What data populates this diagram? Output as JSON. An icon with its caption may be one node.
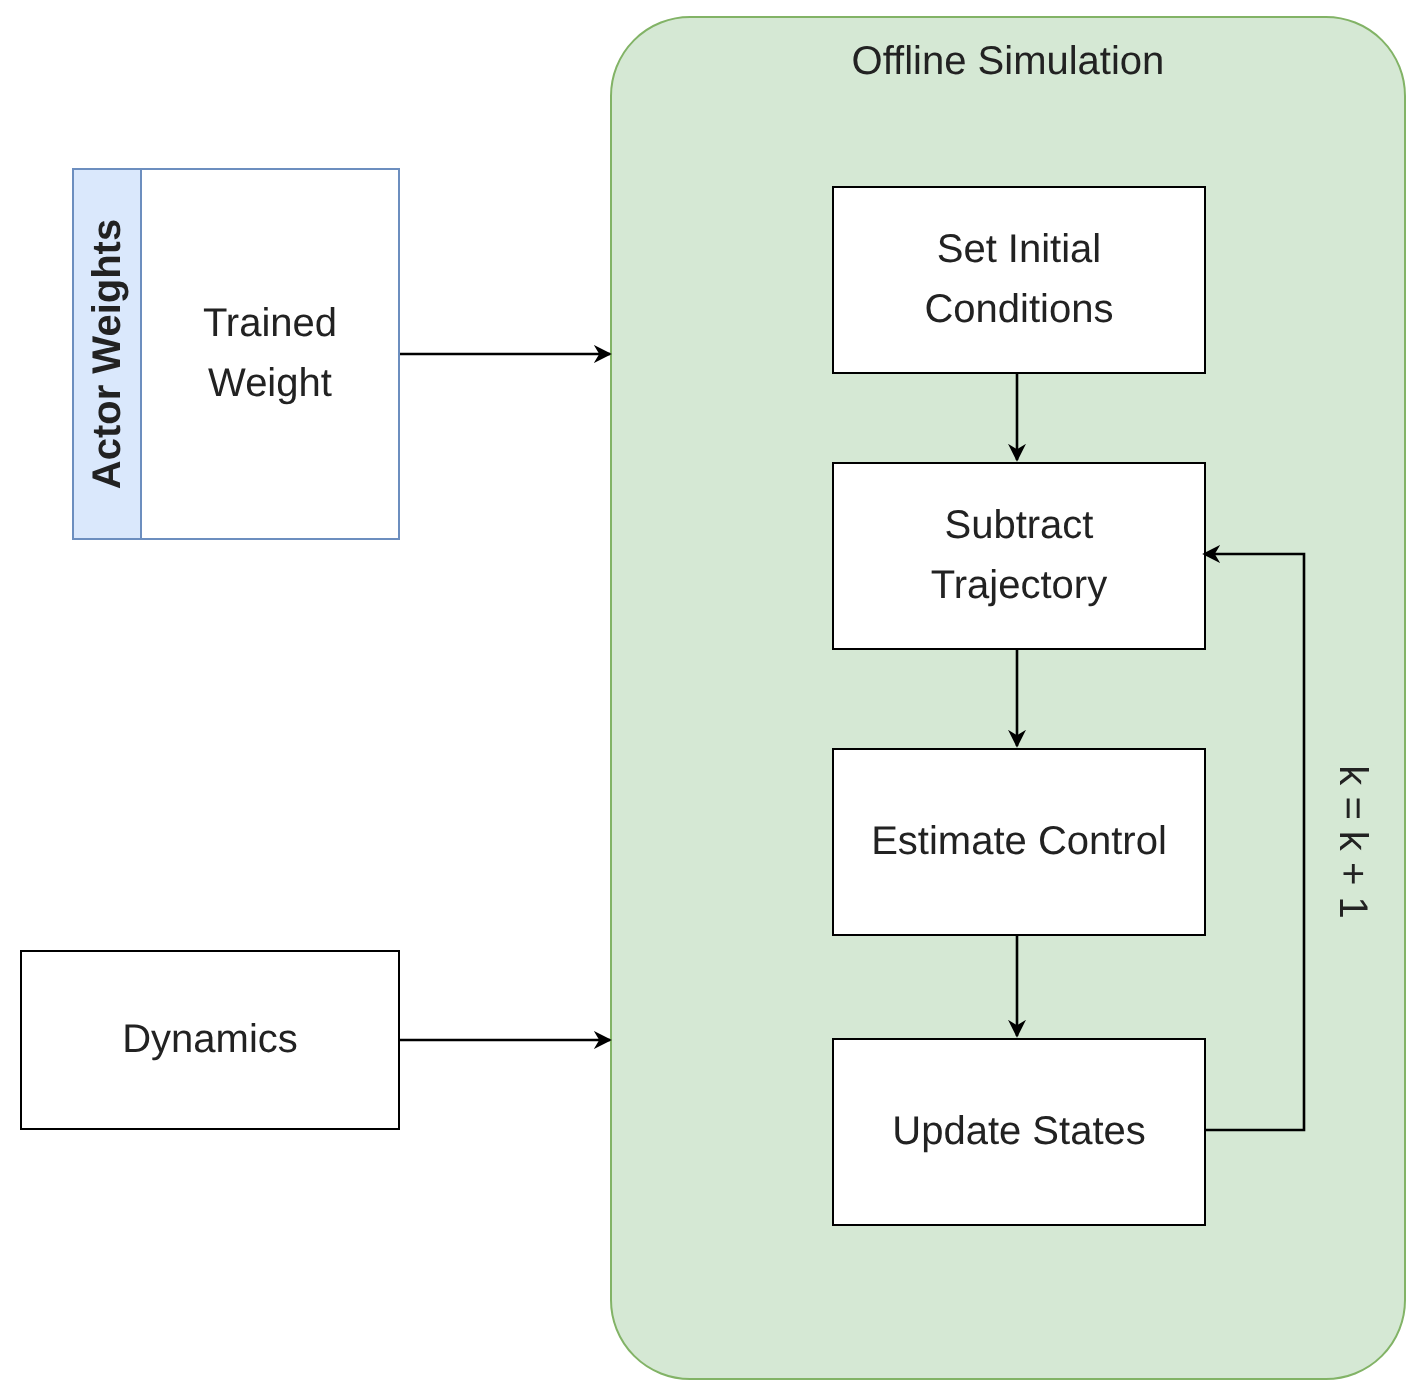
{
  "diagram": {
    "nodes": [
      {
        "text": [
          "Actor Weights",
          "Trained Weight"
        ]
      },
      {
        "text": [
          "Dynamics"
        ]
      },
      {
        "text": [
          "Offline Simulation"
        ]
      },
      {
        "text": [
          "Set Initial Conditions"
        ],
        "in": 2
      },
      {
        "text": [
          "Subtract Trajectory"
        ],
        "in": 2
      },
      {
        "text": [
          "Estimate Control"
        ],
        "in": 2
      },
      {
        "text": [
          "Update States"
        ],
        "in": 2
      }
    ],
    "edges": [
      {
        "from": 0,
        "to": 2,
        "arrow": "to"
      },
      {
        "from": 1,
        "to": 2,
        "arrow": "to"
      },
      {
        "from": 3,
        "to": 4,
        "arrow": "to"
      },
      {
        "from": 4,
        "to": 5,
        "arrow": "to"
      },
      {
        "from": 5,
        "to": 6,
        "arrow": "to"
      },
      {
        "from": 6,
        "to": 4,
        "arrow": "to",
        "label": "k = k + 1"
      }
    ]
  }
}
